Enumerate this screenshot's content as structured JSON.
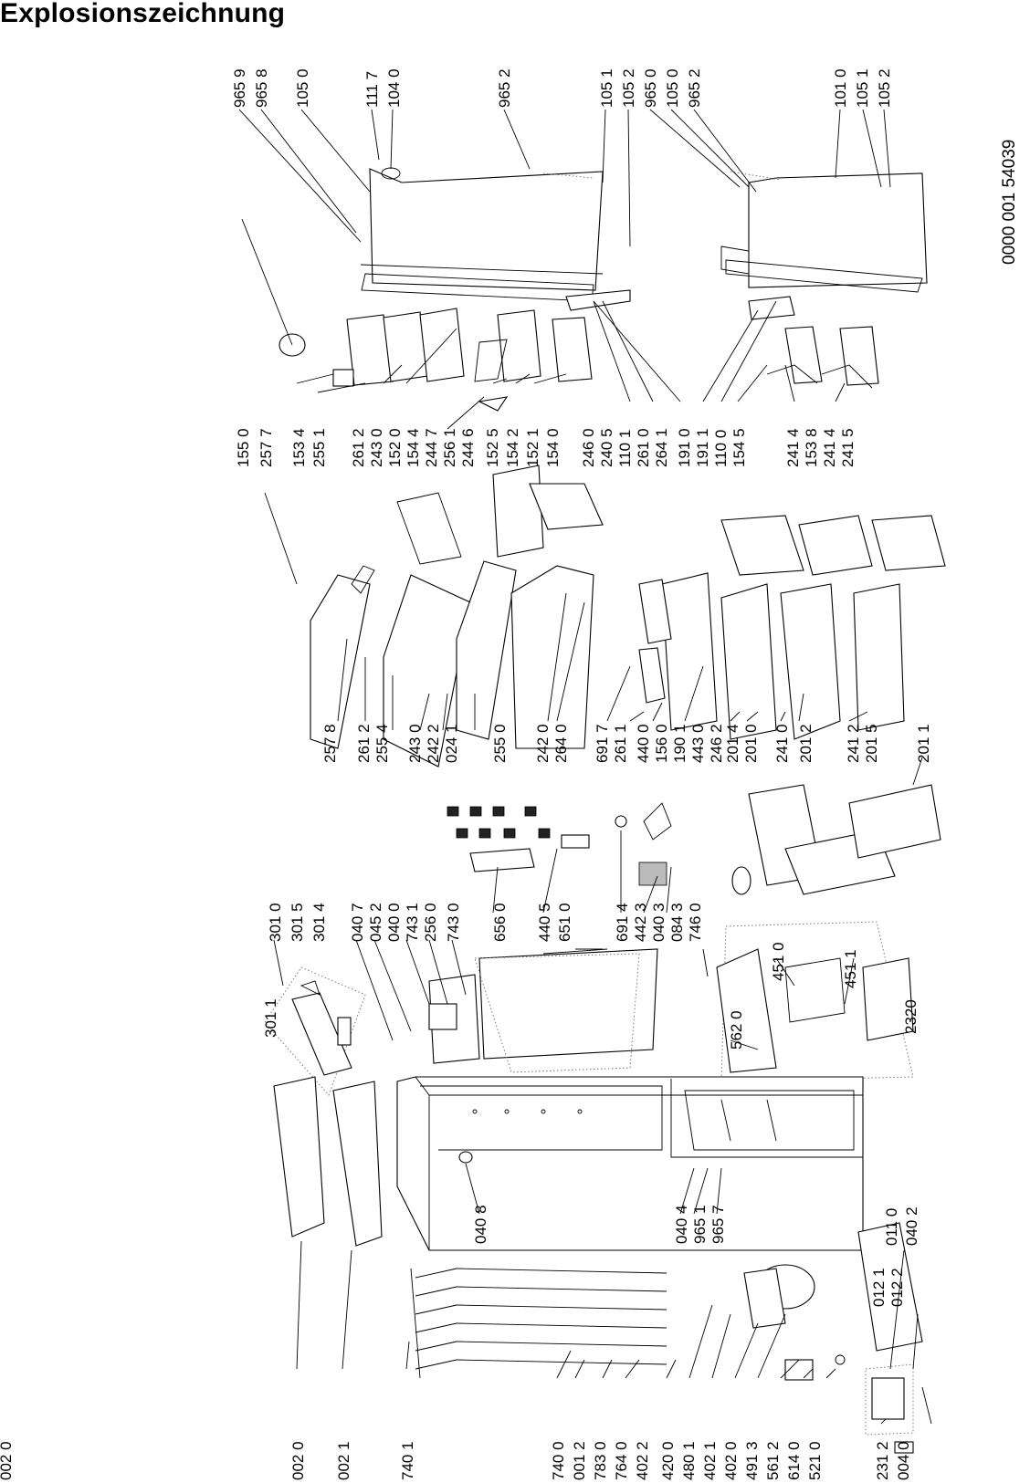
{
  "title": "Explosionszeichnung",
  "drawing_number": "0000 001 54039",
  "part_numbers": [
    "965 9",
    "965 8",
    "105 0",
    "111 7",
    "104 0",
    "965 2",
    "105 1",
    "105 2",
    "965 0",
    "105 0",
    "965 2",
    "101 0",
    "105 1",
    "105 2",
    "155 0",
    "257 7",
    "153 4",
    "255 1",
    "261 2",
    "243 0",
    "152 0",
    "154 4",
    "244 7",
    "256 1",
    "244 6",
    "152 5",
    "154 2",
    "152 1",
    "154 0",
    "246 0",
    "240 5",
    "110 1",
    "261 0",
    "264 1",
    "191 0",
    "191 1",
    "110 0",
    "154 5",
    "241 4",
    "153 8",
    "241 4",
    "241 5",
    "257 8",
    "261 2",
    "255 4",
    "243 0",
    "242 2",
    "024 1",
    "255 0",
    "242 0",
    "264 0",
    "691 7",
    "261 1",
    "440 0",
    "156 0",
    "190 1",
    "443 0",
    "246 2",
    "201 4",
    "201 0",
    "241 0",
    "201 2",
    "241 2",
    "201 5",
    "201 1",
    "301 0",
    "301 5",
    "301 4",
    "301 1",
    "040 7",
    "045 2",
    "040 0",
    "743 1",
    "256 0",
    "743 0",
    "656 0",
    "440 5",
    "651 0",
    "691 4",
    "442 3",
    "040 3",
    "084 3",
    "746 0",
    "451 0",
    "451 1",
    "562 0",
    "2320",
    "040 8",
    "040 4",
    "965 1",
    "965 7",
    "011 0",
    "040 2",
    "012 1",
    "012 2",
    "002 0",
    "002 1",
    "740 1",
    "740 0",
    "001 2",
    "783 0",
    "764 0",
    "402 2",
    "420 0",
    "480 1",
    "402 1",
    "402 0",
    "491 3",
    "561 2",
    "614 0",
    "521 0",
    "231 2",
    "004 0"
  ]
}
